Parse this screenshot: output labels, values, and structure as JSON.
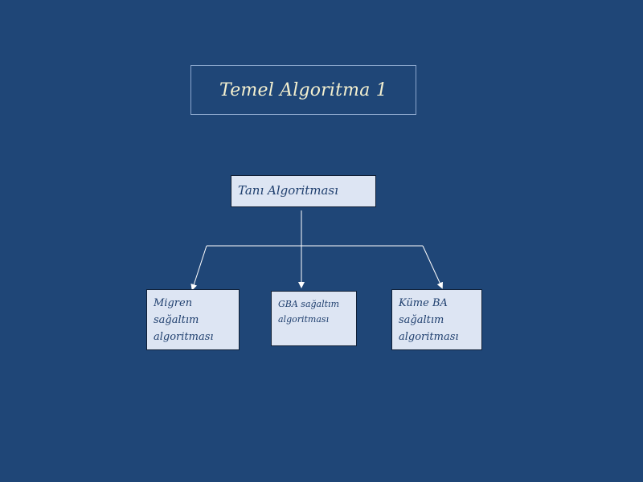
{
  "title": "Temel Algoritma 1",
  "root": {
    "label": "Tanı Algoritması"
  },
  "children": [
    {
      "lines": [
        "Migren",
        "sağaltım",
        "algoritması"
      ]
    },
    {
      "lines": [
        "GBA sağaltım",
        "algoritması"
      ]
    },
    {
      "lines": [
        "Küme BA",
        "sağaltım",
        "algoritması"
      ]
    }
  ],
  "colors": {
    "background": "#1f4677",
    "title_text": "#f4f0cf",
    "box_fill": "#dde5f3",
    "box_text": "#1f3f6e",
    "connector": "#ffffff"
  }
}
